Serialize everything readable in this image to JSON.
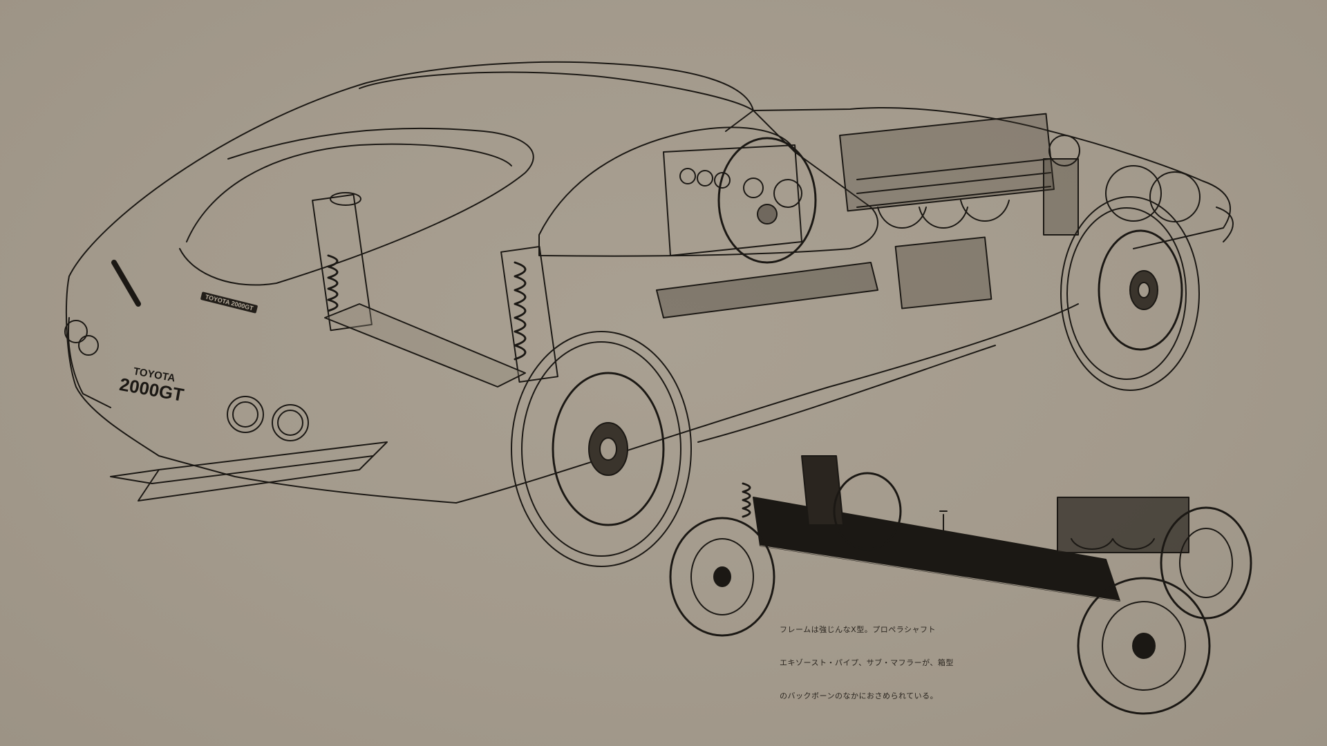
{
  "illustration": {
    "subject": "Toyota 2000GT cutaway illustration",
    "colors": {
      "background": "#a39a8c",
      "ink": "#1b1814"
    },
    "license_plate": {
      "brand": "TOYOTA",
      "model": "2000GT"
    },
    "rear_emblem": "TOYOTA 2000GT",
    "caption_lines": [
      "フレームは強じんなX型。プロペラシャフト",
      "エキゾースト・パイプ、サブ・マフラーが、箱型",
      "のバックボーンのなかにおさめられている。"
    ]
  }
}
